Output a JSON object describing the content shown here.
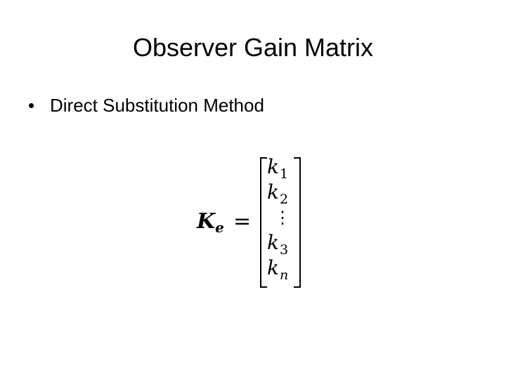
{
  "slide": {
    "title": "Observer Gain Matrix",
    "bullets": [
      {
        "marker": "•",
        "text": "Direct Substitution Method"
      }
    ],
    "equation": {
      "lhs_symbol": "K",
      "lhs_subscript": "e",
      "equals": "=",
      "vector": [
        {
          "symbol": "k",
          "subscript": "1"
        },
        {
          "symbol": "k",
          "subscript": "2"
        },
        {
          "symbol": "⋮",
          "subscript": ""
        },
        {
          "symbol": "k",
          "subscript": "3"
        },
        {
          "symbol": "k",
          "subscript": "n"
        }
      ]
    }
  }
}
